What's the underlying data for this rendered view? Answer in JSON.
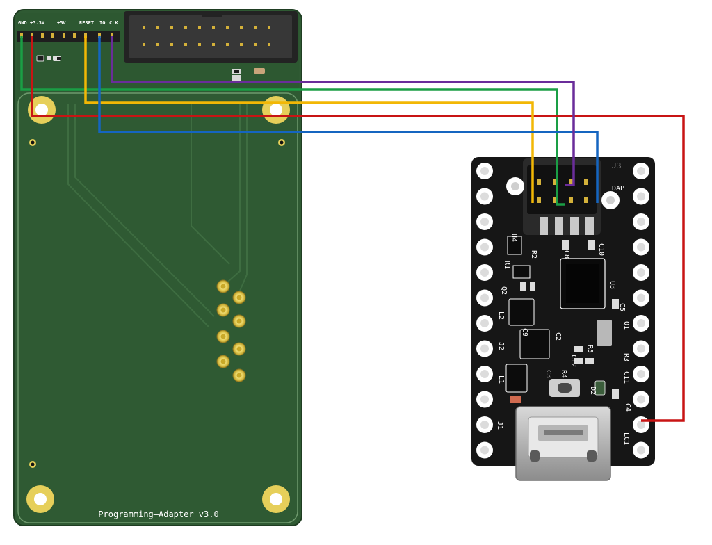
{
  "adapter_board": {
    "title": "Programming—Adapter v3.0",
    "pin_labels": [
      "GND",
      "+3.3V",
      "+5V",
      "RESET",
      "IO",
      "CLK"
    ],
    "pcb_color": "#2f5a33",
    "pad_color": "#e6cf5a"
  },
  "target_board": {
    "connector_label": "J3",
    "connector_sublabel": "DAP",
    "silkscreen": [
      "U4",
      "R2",
      "R1",
      "Q2",
      "C8",
      "C10",
      "U3",
      "L2",
      "C9",
      "C2",
      "Q1",
      "C11",
      "R5",
      "C5",
      "C12",
      "R3",
      "J2",
      "L1",
      "C3",
      "D2",
      "C4",
      "J1",
      "LC1",
      "R4"
    ],
    "board_color": "#161616"
  },
  "wires": [
    {
      "signal": "GND",
      "color": "#1a9e45"
    },
    {
      "signal": "+3.3V",
      "color": "#c81414"
    },
    {
      "signal": "RESET",
      "color": "#f2b705"
    },
    {
      "signal": "IO",
      "color": "#1565c0"
    },
    {
      "signal": "CLK",
      "color": "#6a2d9a"
    }
  ]
}
